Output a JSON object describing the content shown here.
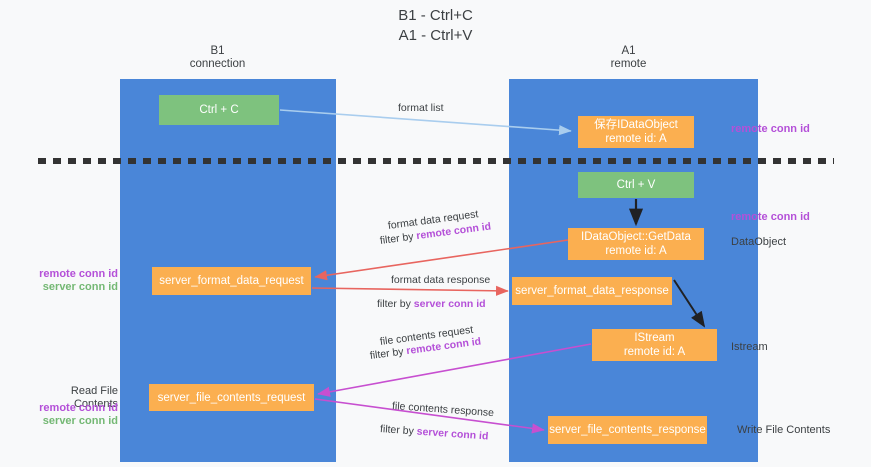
{
  "title": {
    "line1": "B1 - Ctrl+C",
    "line2": "A1 - Ctrl+V"
  },
  "columns": [
    {
      "name": "B1",
      "role": "connection"
    },
    {
      "name": "A1",
      "role": "remote"
    }
  ],
  "colors": {
    "lane": "#4a86d8",
    "node_green": "#7ec27e",
    "node_orange": "#fbaf50",
    "accent_purple": "#b450d8",
    "accent_green": "#74b874",
    "arrow_blue": "#a9cdee",
    "arrow_red": "#e8655f",
    "arrow_magenta": "#c74fd0",
    "arrow_black": "#202124",
    "background": "#f8f9fa"
  },
  "nodes": {
    "ctrl_c": {
      "label": "Ctrl + C",
      "type": "green"
    },
    "save_dataobject": {
      "label": "保存IDataObject",
      "sub": "remote id: A",
      "type": "orange"
    },
    "ctrl_v": {
      "label": "Ctrl + V",
      "type": "green"
    },
    "getdata": {
      "label": "IDataObject::GetData",
      "sub": "remote id: A",
      "type": "orange"
    },
    "server_format_data_request": {
      "label": "server_format_data_request",
      "type": "orange"
    },
    "server_format_data_response": {
      "label": "server_format_data_response",
      "type": "orange"
    },
    "istream": {
      "label": "IStream",
      "sub": "remote id: A",
      "type": "orange"
    },
    "server_file_contents_request": {
      "label": "server_file_contents_request",
      "type": "orange"
    },
    "server_file_contents_response": {
      "label": "server_file_contents_response",
      "type": "orange"
    }
  },
  "right_labels": {
    "remote_conn_id_top": "remote conn id",
    "remote_conn_id_mid": "remote conn id",
    "dataobject": "DataObject",
    "istream": "Istream",
    "write_file_contents": "Write File Contents"
  },
  "left_labels": {
    "remote_conn_id_a": "remote conn id",
    "server_conn_id_a": "server conn id",
    "read_file_contents": "Read File Contents",
    "remote_conn_id_b": "remote conn id",
    "server_conn_id_b": "server conn id"
  },
  "edges": {
    "format_list": "format list",
    "format_data_request": "format data request",
    "format_data_request_filter_prefix": "filter by ",
    "format_data_request_filter_key": "remote conn id",
    "format_data_response": "format data response",
    "format_data_response_filter_prefix": "filter by ",
    "format_data_response_filter_key": "server conn id",
    "file_contents_request": "file contents request",
    "file_contents_request_filter_prefix": "filter by ",
    "file_contents_request_filter_key": "remote conn id",
    "file_contents_response": "file contents response",
    "file_contents_response_filter_prefix": "filter by ",
    "file_contents_response_filter_key": "server conn id"
  }
}
